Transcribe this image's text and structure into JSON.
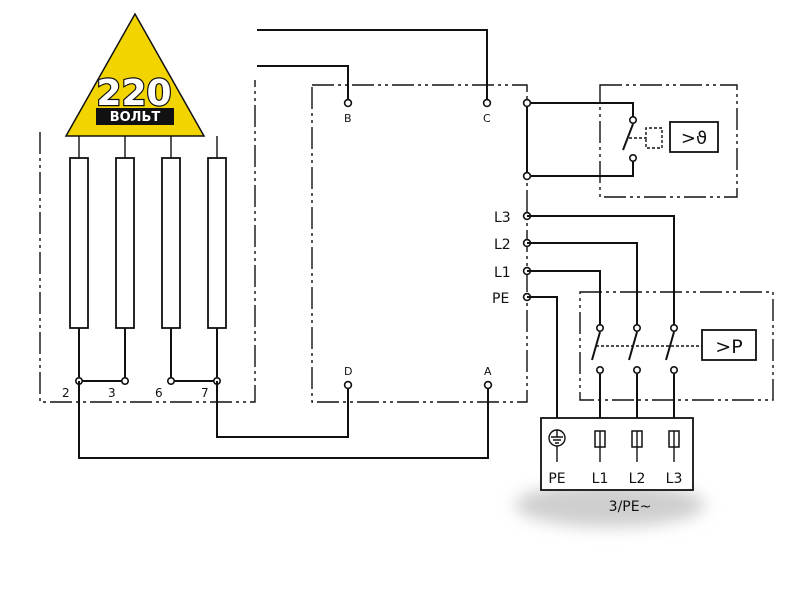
{
  "logo": {
    "number": "220",
    "word": "ВОЛЬТ"
  },
  "heater": {
    "pins": [
      "2",
      "3",
      "6",
      "7"
    ]
  },
  "main_box": {
    "terminals": [
      "B",
      "C",
      "D",
      "A"
    ]
  },
  "line_labels": [
    "L3",
    "L2",
    "L1",
    "PE"
  ],
  "thermostat": {
    "symbol": ">ϑ"
  },
  "pressure_switch": {
    "symbol": ">P"
  },
  "supply": {
    "labels": [
      "PE",
      "L1",
      "L2",
      "L3"
    ],
    "caption": "3/PE~"
  }
}
